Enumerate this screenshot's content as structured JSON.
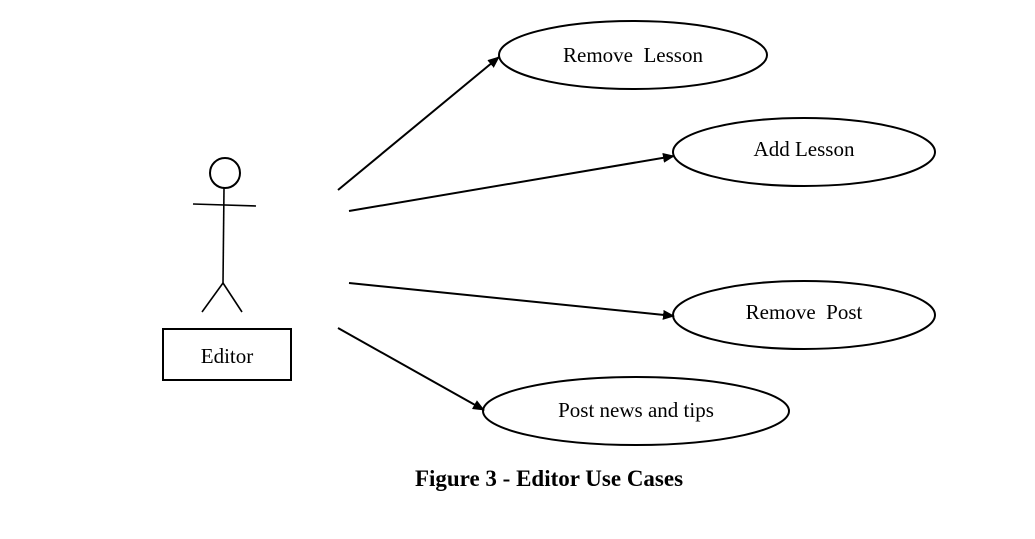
{
  "actor": {
    "label": "Editor"
  },
  "use_cases": [
    {
      "label": "Remove  Lesson"
    },
    {
      "label": "Add Lesson"
    },
    {
      "label": "Remove  Post"
    },
    {
      "label": "Post news and tips"
    }
  ],
  "caption": "Figure 3 - Editor Use Cases"
}
